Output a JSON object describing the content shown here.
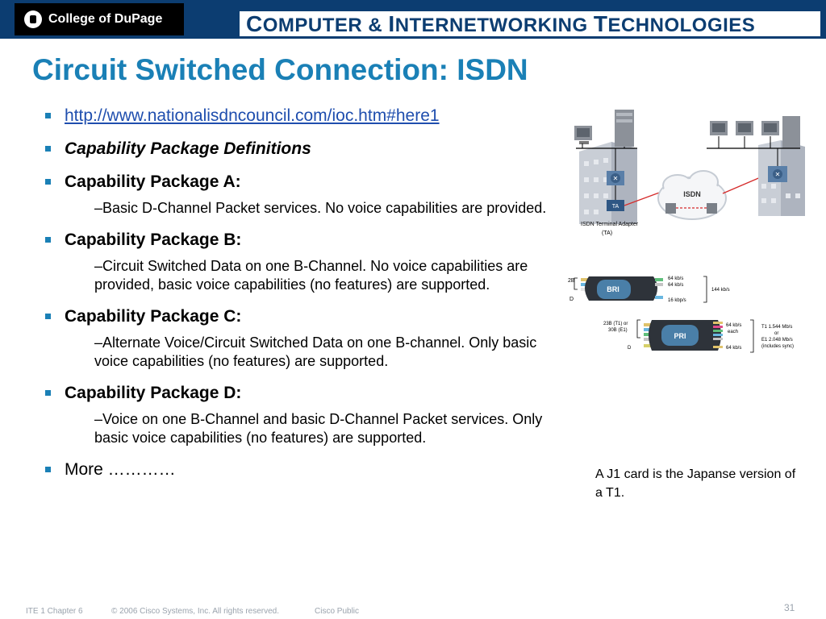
{
  "header": {
    "logo_text": "College of DuPage",
    "dept_title_parts": [
      "C",
      "OMPUTER & ",
      "I",
      "NTERNETWORKING ",
      "T",
      "ECHNOLOGIES"
    ]
  },
  "slide": {
    "title": "Circuit Switched Connection: ISDN",
    "link": "http://www.nationalisdncouncil.com/ioc.htm#here1",
    "bullets": [
      {
        "label": "Capability Package Definitions"
      },
      {
        "label": "Capability Package A:",
        "sub": "–Basic D-Channel Packet services. No voice capabilities are provided."
      },
      {
        "label": "Capability Package B:",
        "sub": "–Circuit Switched Data on one B-Channel. No voice capabilities are provided, basic voice capabilities (no features) are supported."
      },
      {
        "label": "Capability Package C:",
        "sub": "–Alternate Voice/Circuit Switched Data on one B-channel. Only basic voice capabilities (no features) are supported."
      },
      {
        "label": "Capability Package D:",
        "sub": "–Voice on one B-Channel and basic D-Channel Packet services. Only basic voice capabilities (no features) are supported."
      },
      {
        "label": "More …………"
      }
    ],
    "caption": "A J1 card is the Japanse version of a T1."
  },
  "diagram": {
    "network": {
      "cloud_label": "ISDN",
      "ta_label": "TA",
      "adapter_label": "ISDN Terminal Adapter",
      "adapter_abbr": "(TA)"
    },
    "bri": {
      "label": "BRI",
      "channels": "2B",
      "d": "D",
      "rate1": "64 kb/s",
      "rate2": "64 kb/s",
      "rate_d": "16 kbp/s",
      "total": "144 kb/s"
    },
    "pri": {
      "label": "PRI",
      "channels1": "23B (T1) or",
      "channels2": "30B (E1)",
      "d": "D",
      "rate_b1": "64 kb/s",
      "rate_b2": "each",
      "rate_d": "64 kb/s",
      "t1": "T1 1.544 Mb/s",
      "or": "or",
      "e1": "E1 2.048 Mb/s",
      "sync": "(includes sync)"
    }
  },
  "footer": {
    "course": "ITE 1 Chapter 6",
    "copyright": "© 2006 Cisco Systems, Inc. All rights reserved.",
    "classification": "Cisco Public",
    "page": "31"
  }
}
